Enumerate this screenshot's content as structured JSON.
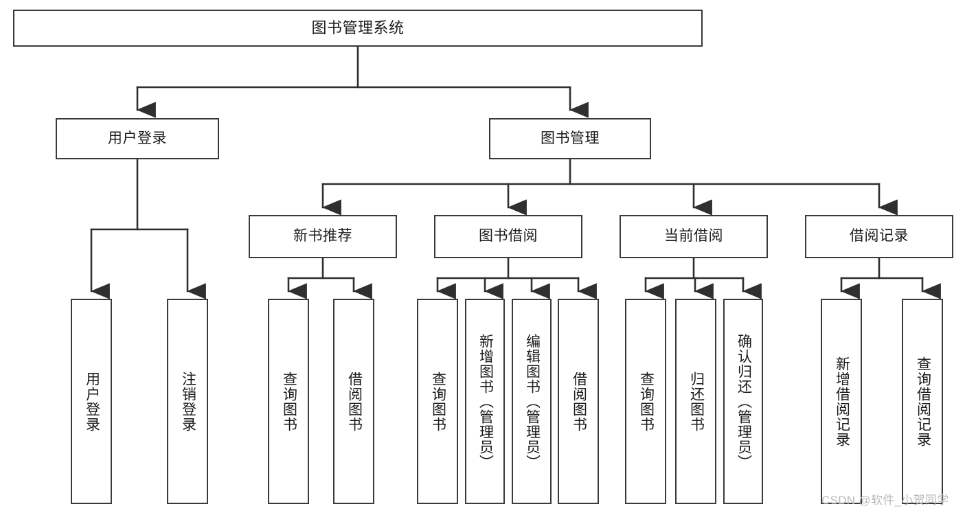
{
  "diagram": {
    "type": "tree-hierarchy-chart",
    "title": "图书管理系统",
    "background_color": "#ffffff",
    "box_border_color": "#3a3a3a",
    "connector_color": "#2f2f2f",
    "text_color": "#1a1a1a"
  },
  "nodes": {
    "root": {
      "label": "图书管理系统"
    },
    "level1": [
      {
        "label": "用户登录"
      },
      {
        "label": "图书管理"
      }
    ],
    "level2": [
      {
        "label": "新书推荐"
      },
      {
        "label": "图书借阅"
      },
      {
        "label": "当前借阅"
      },
      {
        "label": "借阅记录"
      }
    ],
    "leaves": {
      "user_login": [
        {
          "label": "用户登录"
        },
        {
          "label": "注销登录"
        }
      ],
      "new_book_recommend": [
        {
          "label": "查询图书"
        },
        {
          "label": "借阅图书"
        }
      ],
      "book_borrow": [
        {
          "label": "查询图书"
        },
        {
          "label": "新增图书（管理员）"
        },
        {
          "label": "编辑图书（管理员）"
        },
        {
          "label": "借阅图书"
        }
      ],
      "current_borrow": [
        {
          "label": "查询图书"
        },
        {
          "label": "归还图书"
        },
        {
          "label": "确认归还（管理员）"
        }
      ],
      "borrow_record": [
        {
          "label": "新增借阅记录"
        },
        {
          "label": "查询借阅记录"
        }
      ]
    }
  },
  "watermark": {
    "text": "CSDN @软件_小贺同学",
    "color": "#b9b9b9"
  }
}
